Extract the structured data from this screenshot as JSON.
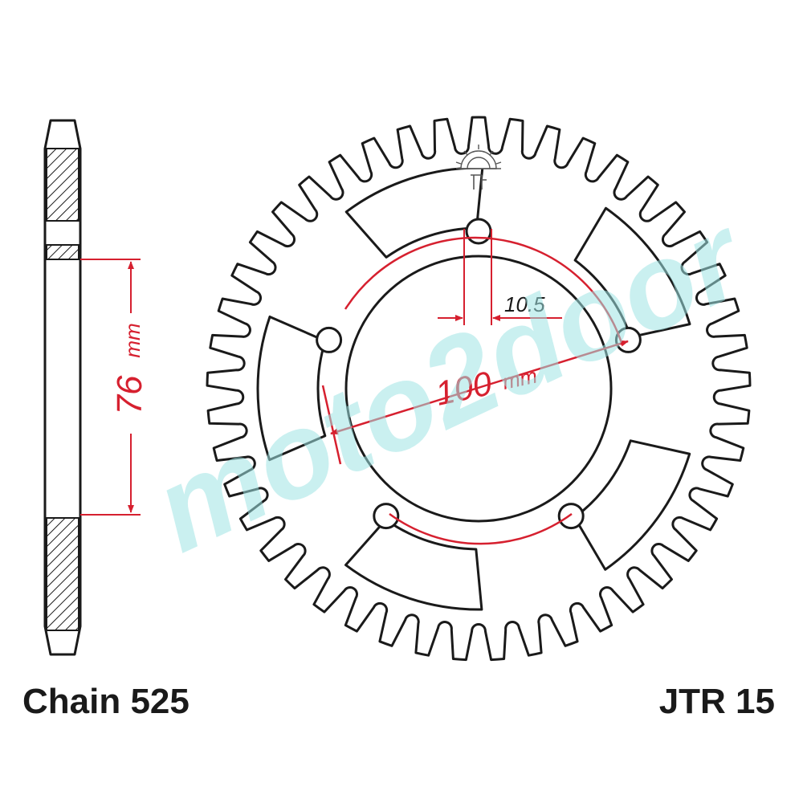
{
  "labels": {
    "chain": "Chain 525",
    "part_number": "JTR 15",
    "side_dimension": "76",
    "side_dimension_unit": "mm",
    "bolt_hole_dimension": "10.5",
    "pcd_dimension": "100",
    "pcd_dimension_unit": "mm"
  },
  "watermark": {
    "text": "moto2door",
    "color": "#9fe3e3"
  },
  "sprocket": {
    "teeth": 45,
    "bolt_holes": 5,
    "cutouts": 5
  },
  "colors": {
    "outline": "#1a1a1a",
    "dimension": "#d6202f",
    "background": "#ffffff"
  },
  "icons": {
    "logo": "jt-sprocket-logo"
  }
}
